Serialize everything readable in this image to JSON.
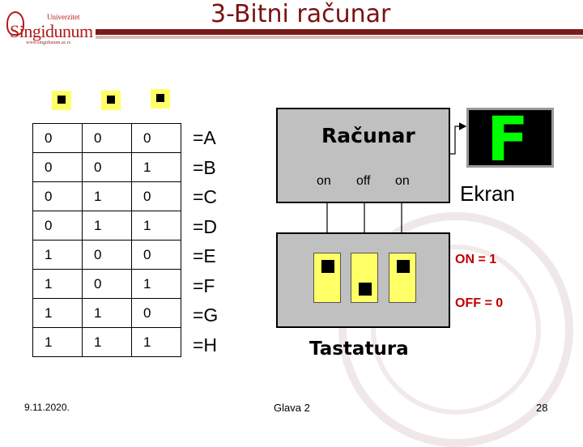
{
  "header": {
    "title": "3-Bitni računar",
    "logo": {
      "small": "Univerzitet",
      "name": "Singidunum",
      "url": "www.singidunum.ac.rs"
    }
  },
  "truth_table": {
    "rows": [
      [
        "0",
        "0",
        "0"
      ],
      [
        "0",
        "0",
        "1"
      ],
      [
        "0",
        "1",
        "0"
      ],
      [
        "0",
        "1",
        "1"
      ],
      [
        "1",
        "0",
        "0"
      ],
      [
        "1",
        "0",
        "1"
      ],
      [
        "1",
        "1",
        "0"
      ],
      [
        "1",
        "1",
        "1"
      ]
    ],
    "letters": [
      "=A",
      "=B",
      "=C",
      "=D",
      "=E",
      "=F",
      "=G",
      "=H"
    ]
  },
  "computer": {
    "label": "Računar",
    "states": [
      "on",
      "off",
      "on"
    ]
  },
  "keyboard": {
    "label": "Tastatura"
  },
  "screen": {
    "display": "F",
    "label": "Ekran",
    "display_color": "#00ff00"
  },
  "legend": {
    "on": "ON = 1",
    "off": "OFF = 0"
  },
  "footer": {
    "date": "9.11.2020.",
    "chapter": "Glava 2",
    "page": "28"
  },
  "colors": {
    "title": "#7a1111",
    "switch": "#ffff66",
    "box": "#c0c0c0",
    "legend": "#c00000"
  }
}
